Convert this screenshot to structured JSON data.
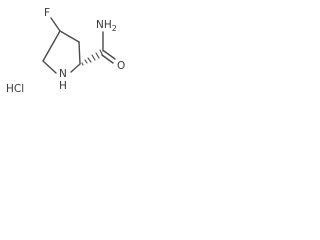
{
  "molecule": {
    "atoms": {
      "fluorine": "F",
      "ring_nitrogen": "N",
      "ring_nitrogen_h": "H",
      "amide_nh2": "NH",
      "amide_nh2_subscript": "2",
      "carbonyl_oxygen": "O",
      "salt": "HCl"
    },
    "colors": {
      "bond": "#4a4a4a",
      "label": "#3a3a3a",
      "background": "#ffffff"
    }
  }
}
